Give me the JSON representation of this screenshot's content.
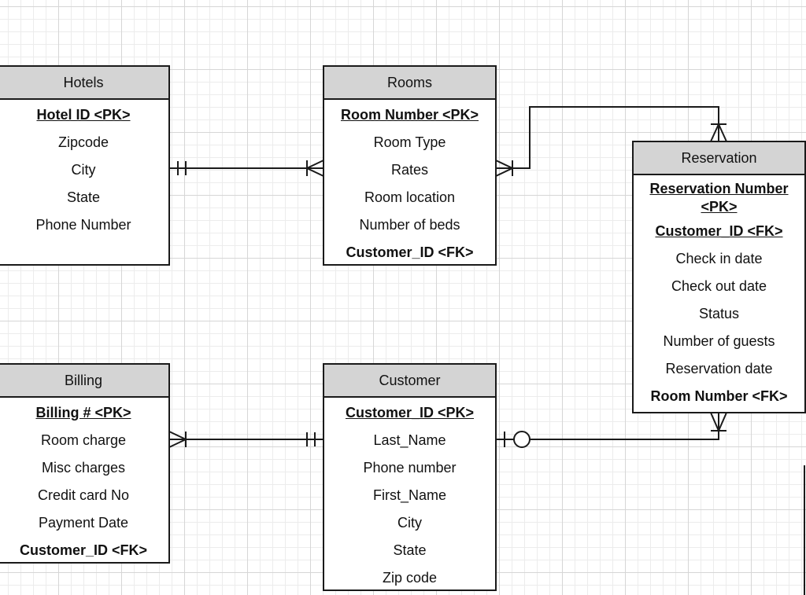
{
  "entities": {
    "hotels": {
      "title": "Hotels",
      "attributes": [
        {
          "label": "Hotel ID <PK>",
          "kind": "pk"
        },
        {
          "label": "Zipcode",
          "kind": "plain"
        },
        {
          "label": "City",
          "kind": "plain"
        },
        {
          "label": "State",
          "kind": "plain"
        },
        {
          "label": "Phone Number",
          "kind": "plain"
        }
      ]
    },
    "rooms": {
      "title": "Rooms",
      "attributes": [
        {
          "label": "Room Number <PK>",
          "kind": "pk"
        },
        {
          "label": "Room Type",
          "kind": "plain"
        },
        {
          "label": "Rates",
          "kind": "plain"
        },
        {
          "label": "Room location",
          "kind": "plain"
        },
        {
          "label": "Number of beds",
          "kind": "plain"
        },
        {
          "label": "Customer_ID <FK>",
          "kind": "fk"
        }
      ]
    },
    "reservation": {
      "title": "Reservation",
      "attributes": [
        {
          "label": "Reservation Number <PK>",
          "kind": "pk"
        },
        {
          "label": "Customer_ID <FK>",
          "kind": "pk"
        },
        {
          "label": "Check in date",
          "kind": "plain"
        },
        {
          "label": "Check out date",
          "kind": "plain"
        },
        {
          "label": "Status",
          "kind": "plain"
        },
        {
          "label": "Number of guests",
          "kind": "plain"
        },
        {
          "label": "Reservation date",
          "kind": "plain"
        },
        {
          "label": "Room Number <FK>",
          "kind": "fk"
        }
      ]
    },
    "billing": {
      "title": "Billing",
      "attributes": [
        {
          "label": "Billing # <PK>",
          "kind": "pk"
        },
        {
          "label": "Room charge",
          "kind": "plain"
        },
        {
          "label": "Misc charges",
          "kind": "plain"
        },
        {
          "label": "Credit card No",
          "kind": "plain"
        },
        {
          "label": "Payment Date",
          "kind": "plain"
        },
        {
          "label": "Customer_ID <FK>",
          "kind": "fk"
        }
      ]
    },
    "customer": {
      "title": "Customer",
      "attributes": [
        {
          "label": "Customer_ID <PK>",
          "kind": "pk"
        },
        {
          "label": "Last_Name",
          "kind": "plain"
        },
        {
          "label": "Phone number",
          "kind": "plain"
        },
        {
          "label": "First_Name",
          "kind": "plain"
        },
        {
          "label": "City",
          "kind": "plain"
        },
        {
          "label": "State",
          "kind": "plain"
        },
        {
          "label": "Zip code",
          "kind": "plain"
        }
      ]
    }
  },
  "relationships": [
    {
      "from": "hotels",
      "to": "rooms",
      "from_end": "one-and-only-one",
      "to_end": "one-or-many"
    },
    {
      "from": "rooms",
      "to": "reservation",
      "from_end": "one-or-many",
      "to_end": "one-or-many"
    },
    {
      "from": "billing",
      "to": "customer",
      "from_end": "one-or-many",
      "to_end": "one-and-only-one"
    },
    {
      "from": "customer",
      "to": "reservation",
      "from_end": "zero-or-one",
      "to_end": "one-or-many"
    }
  ]
}
